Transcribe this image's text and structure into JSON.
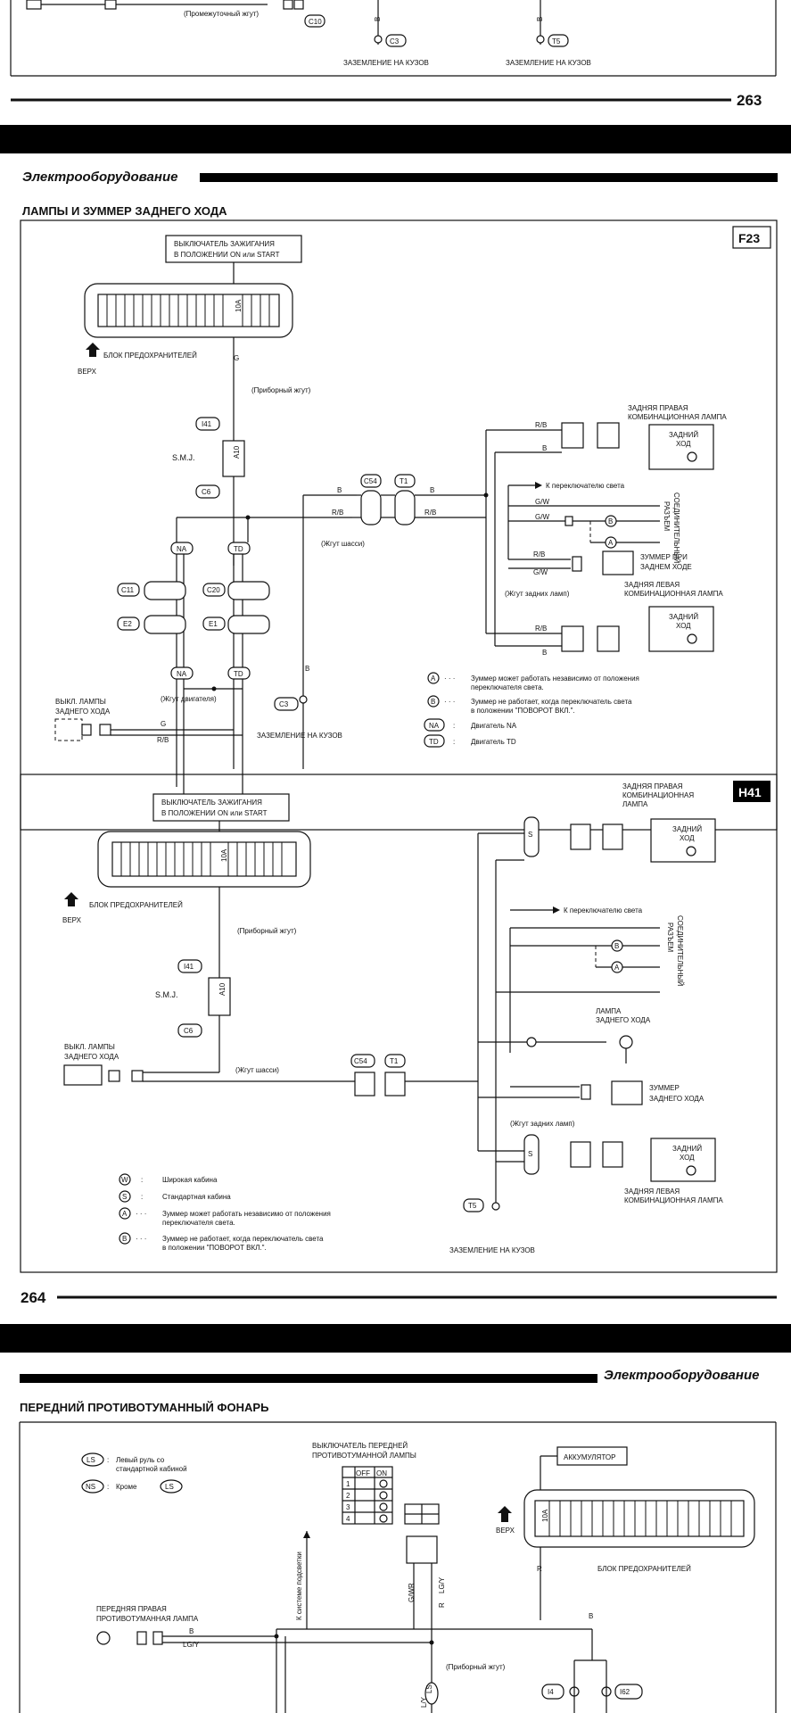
{
  "page_263": {
    "number": "263",
    "labels": {
      "intermediate_harness": "(Промежуточный жгут)",
      "c10": "C10",
      "c3": "C3",
      "t5": "T5",
      "ground_left": "ЗАЗЕМЛЕНИЕ НА КУЗОВ",
      "ground_right": "ЗАЗЕМЛЕНИЕ НА КУЗОВ",
      "wire_b1": "B",
      "wire_b2": "B"
    }
  },
  "page_264": {
    "number": "264",
    "header": "Электрооборудование",
    "section_title": "ЛАМПЫ И ЗУММЕР ЗАДНЕГО ХОДА",
    "f23": {
      "code": "F23",
      "ignition": [
        "ВЫКЛЮЧАТЕЛЬ ЗАЖИГАНИЯ",
        "В ПОЛОЖЕНИИ ON или START"
      ],
      "fuse": "10A",
      "fuse_block": "БЛОК ПРЕДОХРАНИТЕЛЕЙ",
      "up": "ВЕРХ",
      "instrument_harness": "(Приборный жгут)",
      "i41": "I41",
      "smj": "S.M.J.",
      "a10": "A10",
      "c6": "C6",
      "c54": "C54",
      "t1": "T1",
      "chassis_harness": "(Жгут шасси)",
      "na": "NA",
      "td": "TD",
      "c11": "C11",
      "c20": "C20",
      "e2": "E2",
      "e1": "E1",
      "c3": "C3",
      "switch": [
        "ВЫКЛ. ЛАМПЫ",
        "ЗАДНЕГО ХОДА"
      ],
      "engine_harness": "(Жгут двигателя)",
      "ground": "ЗАЗЕМЛЕНИЕ НА КУЗОВ",
      "rear_right": [
        "ЗАДНЯЯ ПРАВАЯ",
        "КОМБИНАЦИОННАЯ ЛАМПА"
      ],
      "reverse": [
        "ЗАДНИЙ",
        "ХОД"
      ],
      "to_switch": "К переключателю света",
      "joint": [
        "СОЕДИНИТЕЛЬНЫЙ",
        "РАЗЪЕМ"
      ],
      "buzzer": [
        "ЗУММЕР ПРИ",
        "ЗАДНЕМ ХОДЕ"
      ],
      "rear_harness": "(Жгут задних ламп)",
      "rear_left": [
        "ЗАДНЯЯ ЛЕВАЯ",
        "КОМБИНАЦИОННАЯ ЛАМПА"
      ],
      "legend": [
        {
          "sym": "A",
          "dots": "· · ·",
          "text": [
            "Зуммер может работать независимо от положения",
            "переключателя света."
          ]
        },
        {
          "sym": "B",
          "dots": "· · ·",
          "text": [
            "Зуммер не работает, когда переключатель света",
            "в положении  \"ПОВОРОТ ВКЛ.\"."
          ]
        },
        {
          "sym": "NA",
          "dots": ":",
          "text": [
            "Двигатель NA"
          ]
        },
        {
          "sym": "TD",
          "dots": ":",
          "text": [
            "Двигатель TD"
          ]
        }
      ],
      "wires": {
        "g": "G",
        "b": "B",
        "rb": "R/B",
        "gw": "G/W",
        "a": "A"
      }
    },
    "h41": {
      "code": "H41",
      "ignition": [
        "ВЫКЛЮЧАТЕЛЬ ЗАЖИГАНИЯ",
        "В ПОЛОЖЕНИИ ON или START"
      ],
      "fuse": "10A",
      "fuse_block": "БЛОК ПРЕДОХРАНИТЕЛЕЙ",
      "up": "ВЕРХ",
      "instrument_harness": "(Приборный жгут)",
      "i41": "I41",
      "smj": "S.M.J.",
      "a10": "A10",
      "c6": "C6",
      "switch": [
        "ВЫКЛ. ЛАМПЫ",
        "ЗАДНЕГО ХОДА"
      ],
      "chassis_harness": "(Жгут шасси)",
      "c54": "C54",
      "t1": "T1",
      "rear_right": [
        "ЗАДНЯЯ ПРАВАЯ",
        "КОМБИНАЦИОННАЯ",
        "ЛАМПА"
      ],
      "reverse": [
        "ЗАДНИЙ",
        "ХОД"
      ],
      "to_switch": "К переключателю света",
      "joint": [
        "СОЕДИНИТЕЛЬНЫЙ",
        "РАЗЪЕМ"
      ],
      "reverse_lamp": [
        "ЛАМПА",
        "ЗАДНЕГО ХОДА"
      ],
      "buzzer": [
        "ЗУММЕР",
        "ЗАДНЕГО ХОДА"
      ],
      "rear_harness": "(Жгут задних ламп)",
      "rear_left": [
        "ЗАДНЯЯ ЛЕВАЯ",
        "КОМБИНАЦИОННАЯ ЛАМПА"
      ],
      "t5": "T5",
      "ground": "ЗАЗЕМЛЕНИЕ НА КУЗОВ",
      "legend": [
        {
          "sym": "W",
          "dots": ":",
          "text": [
            "Широкая кабина"
          ]
        },
        {
          "sym": "S",
          "dots": ":",
          "text": [
            "Стандартная кабина"
          ]
        },
        {
          "sym": "A",
          "dots": "· · ·",
          "text": [
            "Зуммер может работать независимо от положения",
            "переключателя света."
          ]
        },
        {
          "sym": "B",
          "dots": "· · ·",
          "text": [
            "Зуммер не работает, когда переключатель света",
            "в положении  \"ПОВОРОТ ВКЛ.\"."
          ]
        }
      ]
    }
  },
  "page_265": {
    "header": "Электрооборудование",
    "section_title": "ПЕРЕДНИЙ ПРОТИВОТУМАННЫЙ ФОНАРЬ",
    "legend": [
      {
        "sym": "LS",
        "text": [
          "Левый руль со",
          "стандартной кабиной"
        ]
      },
      {
        "sym": "NS",
        "text": [
          "Кроме"
        ],
        "ref": "LS"
      }
    ],
    "switch_title": [
      "ВЫКЛЮЧАТЕЛЬ ПЕРЕДНЕЙ",
      "ПРОТИВОТУМАННОЙ ЛАМПЫ"
    ],
    "switch_table": {
      "cols": [
        "",
        "OFF",
        "ON"
      ],
      "rows": [
        "1",
        "2",
        "3",
        "4"
      ]
    },
    "to_lighting": "К системе подсветки",
    "battery": "АККУМУЛЯТОР",
    "fuse": "10A",
    "up": "ВЕРХ",
    "fuse_block": "БЛОК ПРЕДОХРАНИТЕЛЕЙ",
    "fog_right": [
      "ПЕРЕДНЯЯ ПРАВАЯ",
      "ПРОТИВОТУМАННАЯ ЛАМПА"
    ],
    "instrument_harness": "(Приборный жгут)",
    "i4": "I4",
    "i62": "I62",
    "wires": {
      "r": "R",
      "gw": "G/W",
      "lgy": "LG/Y",
      "b": "B",
      "ly": "L/Y"
    }
  }
}
